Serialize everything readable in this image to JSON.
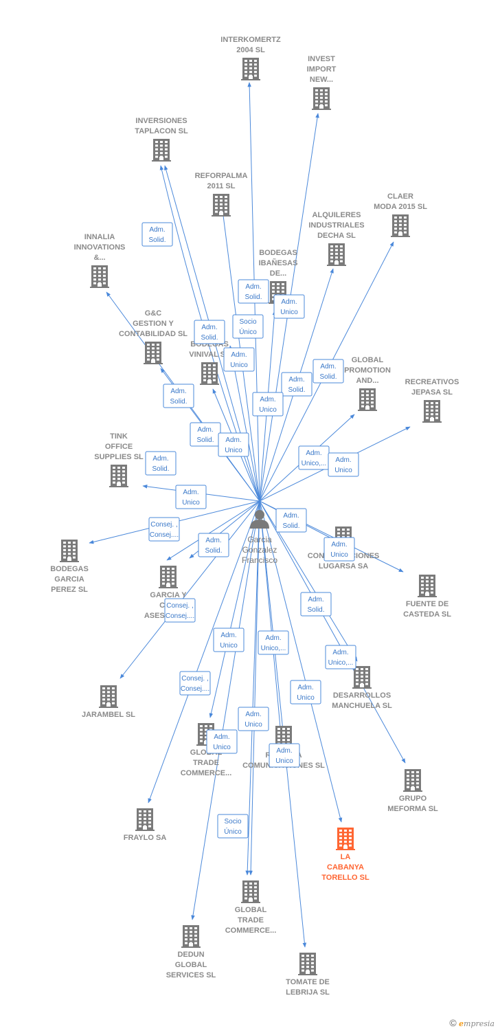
{
  "center": {
    "name_lines": [
      "Garcia",
      "Gonzalez",
      "Francisco"
    ],
    "icon": "person-icon"
  },
  "node_icon": "building-icon",
  "colors": {
    "edge": "#4a88da",
    "node": "#7a7a7a",
    "highlight": "#ff6633",
    "label": "#8a8a8a"
  },
  "nodes": [
    {
      "id": "interkomertz",
      "lines": [
        "INTERKOMERTZ",
        "2004 SL"
      ]
    },
    {
      "id": "invest-import",
      "lines": [
        "INVEST",
        "IMPORT",
        "NEW..."
      ]
    },
    {
      "id": "inversiones-taplacon",
      "lines": [
        "INVERSIONES",
        "TAPLACON SL"
      ]
    },
    {
      "id": "reforpalma",
      "lines": [
        "REFORPALMA",
        "2011 SL"
      ]
    },
    {
      "id": "claer-moda",
      "lines": [
        "CLAER",
        "MODA 2015  SL"
      ]
    },
    {
      "id": "alquileres-industriales",
      "lines": [
        "ALQUILERES",
        "INDUSTRIALES",
        "DECHA  SL"
      ]
    },
    {
      "id": "innalia",
      "lines": [
        "INNALIA",
        "INNOVATIONS",
        "&..."
      ]
    },
    {
      "id": "bodegas-ibanesas",
      "lines": [
        "BODEGAS",
        "IBAÑESAS",
        "DE..."
      ]
    },
    {
      "id": "gyc-gestion",
      "lines": [
        "G&C",
        "GESTION Y",
        "CONTABILIDAD SL"
      ]
    },
    {
      "id": "bodegas-vinival",
      "lines": [
        "BODEGAS",
        "VINIVAL SL"
      ]
    },
    {
      "id": "global-promotion",
      "lines": [
        "GLOBAL",
        "PROMOTION",
        "AND..."
      ]
    },
    {
      "id": "recreativos-jepasa",
      "lines": [
        "RECREATIVOS",
        "JEPASA SL"
      ]
    },
    {
      "id": "tink-office",
      "lines": [
        "TINK",
        "OFFICE",
        "SUPPLIES SL"
      ]
    },
    {
      "id": "construcciones-lugarsa",
      "lines": [
        "CONSTRUCCIONES",
        "LUGARSA SA"
      ]
    },
    {
      "id": "bodegas-garcia-perez",
      "lines": [
        "BODEGAS",
        "GARCIA",
        "PEREZ  SL"
      ]
    },
    {
      "id": "garcia-y-asesores",
      "lines": [
        "GARCIA Y",
        "CO...",
        "ASESORES..."
      ]
    },
    {
      "id": "fuente-casteda",
      "lines": [
        "FUENTE DE",
        "CASTEDA SL"
      ]
    },
    {
      "id": "jarambel",
      "lines": [
        "JARAMBEL SL"
      ]
    },
    {
      "id": "desarrollos-manchuela",
      "lines": [
        "DESARROLLOS",
        "MANCHUELA SL"
      ]
    },
    {
      "id": "global-trade-1",
      "lines": [
        "GLOBAL",
        "TRADE",
        "COMMERCE..."
      ]
    },
    {
      "id": "radio-comunicaciones",
      "lines": [
        "RADIO LA",
        "COMUNICACIONES SL"
      ]
    },
    {
      "id": "grupo-meforma",
      "lines": [
        "GRUPO",
        "MEFORMA  SL"
      ]
    },
    {
      "id": "fraylo",
      "lines": [
        "FRAYLO SA"
      ]
    },
    {
      "id": "la-cabanya",
      "lines": [
        "LA",
        "CABANYA",
        "TORELLO  SL"
      ]
    },
    {
      "id": "global-trade-2",
      "lines": [
        "GLOBAL",
        "TRADE",
        "COMMERCE..."
      ]
    },
    {
      "id": "dedun-global",
      "lines": [
        "DEDUN",
        "GLOBAL",
        "SERVICES SL"
      ]
    },
    {
      "id": "tomate-lebrija",
      "lines": [
        "TOMATE DE",
        "LEBRIJA  SL"
      ]
    }
  ],
  "edges": [
    {
      "to": "interkomertz",
      "lines": [
        "Adm.",
        "Solid."
      ]
    },
    {
      "to": "invest-import",
      "lines": [
        "Adm.",
        "Unico"
      ]
    },
    {
      "to": "inversiones-taplacon",
      "lines": [
        "Adm.",
        "Solid."
      ]
    },
    {
      "to": "inversiones-taplacon",
      "lines": [
        "Adm.",
        "Solid."
      ]
    },
    {
      "to": "reforpalma",
      "lines": [
        "Adm.",
        "Unico"
      ]
    },
    {
      "to": "claer-moda",
      "lines": [
        "Adm.",
        "Solid."
      ]
    },
    {
      "to": "alquileres-industriales",
      "lines": [
        "Adm.",
        "Solid."
      ]
    },
    {
      "to": "innalia",
      "lines": [
        "Adm.",
        "Solid."
      ]
    },
    {
      "to": "bodegas-ibanesas",
      "lines": [
        "Adm.",
        "Unico"
      ]
    },
    {
      "to": "bodegas-vinival",
      "lines": [
        "Socio",
        "Único"
      ]
    },
    {
      "to": "gyc-gestion",
      "lines": [
        "Adm.",
        "Solid."
      ]
    },
    {
      "to": "bodegas-vinival",
      "lines": [
        "Adm.",
        "Unico"
      ]
    },
    {
      "to": "global-promotion",
      "lines": [
        "Adm.",
        "Unico,..."
      ]
    },
    {
      "to": "recreativos-jepasa",
      "lines": [
        "Adm.",
        "Unico"
      ]
    },
    {
      "to": "tink-office",
      "lines": [
        "Adm.",
        "Unico"
      ]
    },
    {
      "to": "construcciones-lugarsa",
      "lines": [
        "Adm.",
        "Solid."
      ]
    },
    {
      "to": "fuente-casteda",
      "lines": [
        "Adm.",
        "Unico"
      ]
    },
    {
      "to": "bodegas-garcia-perez",
      "lines": [
        "Consej. ,",
        "Consej...."
      ]
    },
    {
      "to": "garcia-y-asesores",
      "lines": [
        "Adm.",
        "Solid."
      ]
    },
    {
      "to": "garcia-y-asesores",
      "lines": [
        "Adm.",
        "Solid."
      ]
    },
    {
      "to": "jarambel",
      "lines": [
        "Consej. ,",
        "Consej...."
      ]
    },
    {
      "to": "desarrollos-manchuela",
      "lines": [
        "Adm.",
        "Solid."
      ]
    },
    {
      "to": "grupo-meforma",
      "lines": [
        "Adm.",
        "Unico,..."
      ]
    },
    {
      "to": "global-trade-1",
      "lines": [
        "Adm.",
        "Unico"
      ]
    },
    {
      "to": "radio-comunicaciones",
      "lines": [
        "Adm.",
        "Unico,..."
      ]
    },
    {
      "to": "la-cabanya",
      "lines": [
        "Adm.",
        "Unico"
      ]
    },
    {
      "to": "fraylo",
      "lines": [
        "Consej. ,",
        "Consej...."
      ]
    },
    {
      "to": "global-trade-2",
      "lines": [
        "Adm.",
        "Unico"
      ]
    },
    {
      "to": "dedun-global",
      "lines": [
        "Adm.",
        "Unico"
      ]
    },
    {
      "to": "tomate-lebrija",
      "lines": [
        "Adm.",
        "Unico"
      ]
    },
    {
      "to": "global-trade-2",
      "lines": [
        "Socio",
        "Único"
      ]
    }
  ],
  "footer": {
    "copyright_symbol": "©",
    "brand_e": "e",
    "brand_rest": "mpresia"
  }
}
